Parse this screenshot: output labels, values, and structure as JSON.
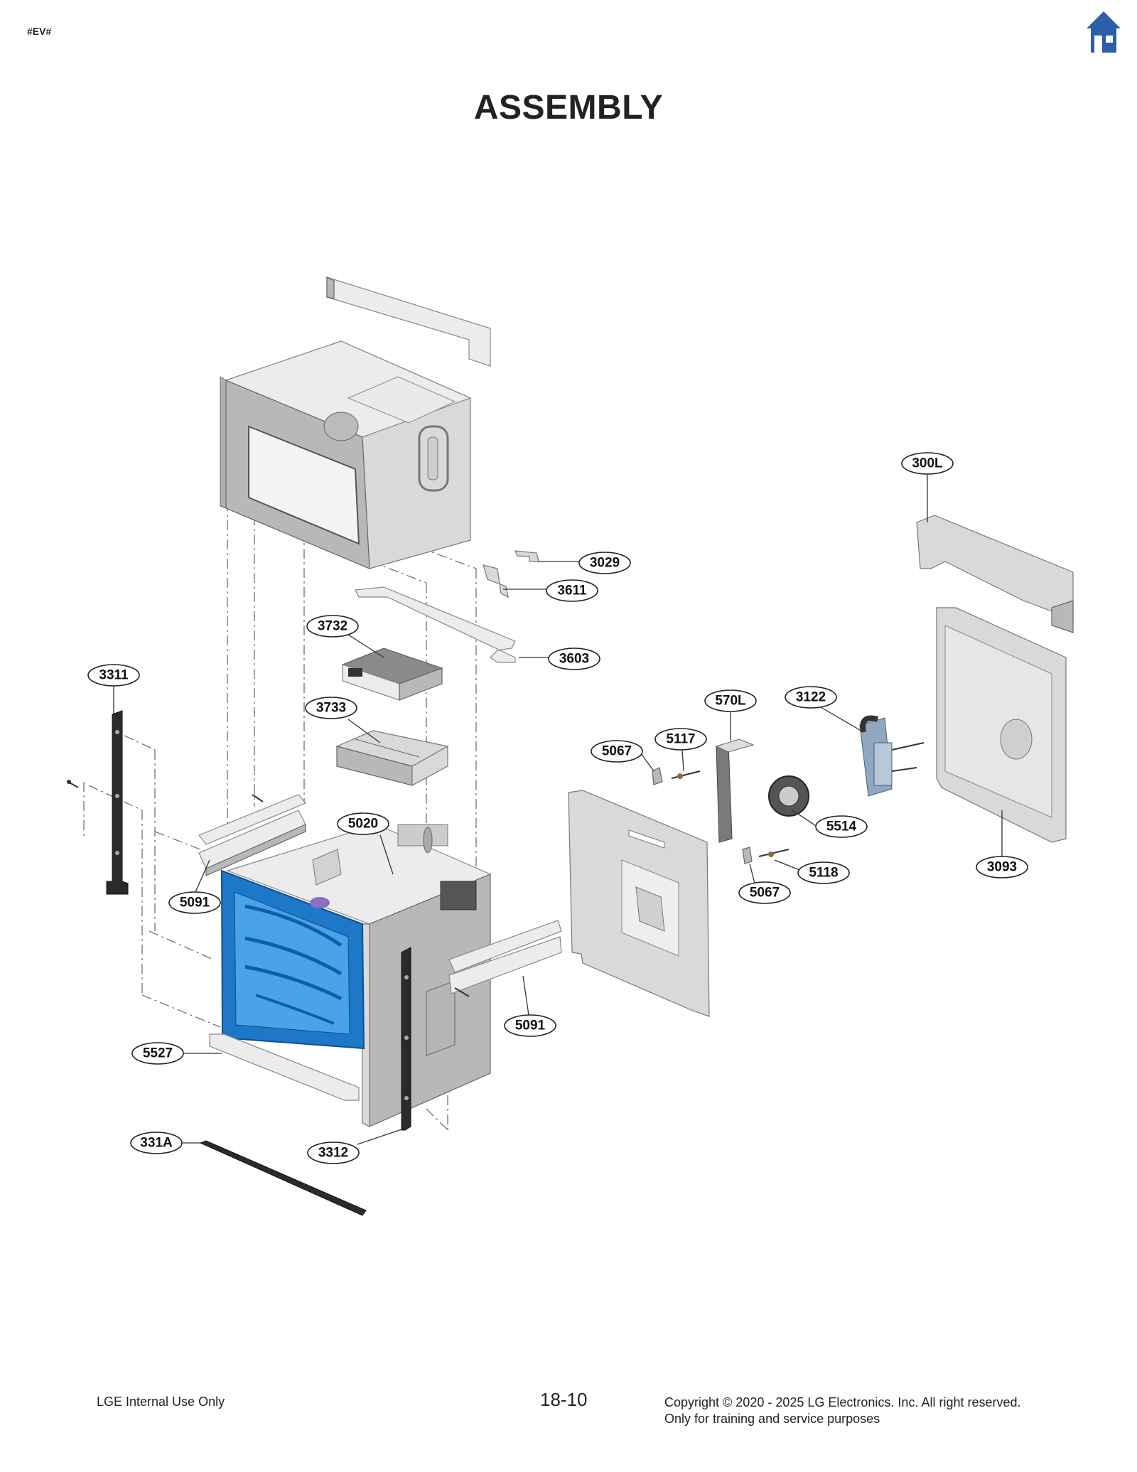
{
  "header": {
    "tag": "#EV#",
    "title": "ASSEMBLY",
    "home_icon": "home-icon",
    "accent": "#2d5fa8"
  },
  "callouts": {
    "c300L": "300L",
    "c3029": "3029",
    "c3611": "3611",
    "c3732": "3732",
    "c3603": "3603",
    "c3311": "3311",
    "c570L": "570L",
    "c3122": "3122",
    "c3733": "3733",
    "c5117": "5117",
    "c5067a": "5067",
    "c5020": "5020",
    "c5514": "5514",
    "c3093": "3093",
    "c5118": "5118",
    "c5091a": "5091",
    "c5067b": "5067",
    "c5091b": "5091",
    "c5527": "5527",
    "c331A": "331A",
    "c3312": "3312"
  },
  "footer": {
    "left": "LGE Internal Use Only",
    "page": "18-10",
    "copyright": "Copyright © 2020 - 2025 LG Electronics. Inc. All right reserved.",
    "purpose": "Only for training and service purposes"
  },
  "colors": {
    "highlight": "#1e78c8",
    "metal": "#d9d9d9",
    "dark_part": "#2b2b2b"
  }
}
